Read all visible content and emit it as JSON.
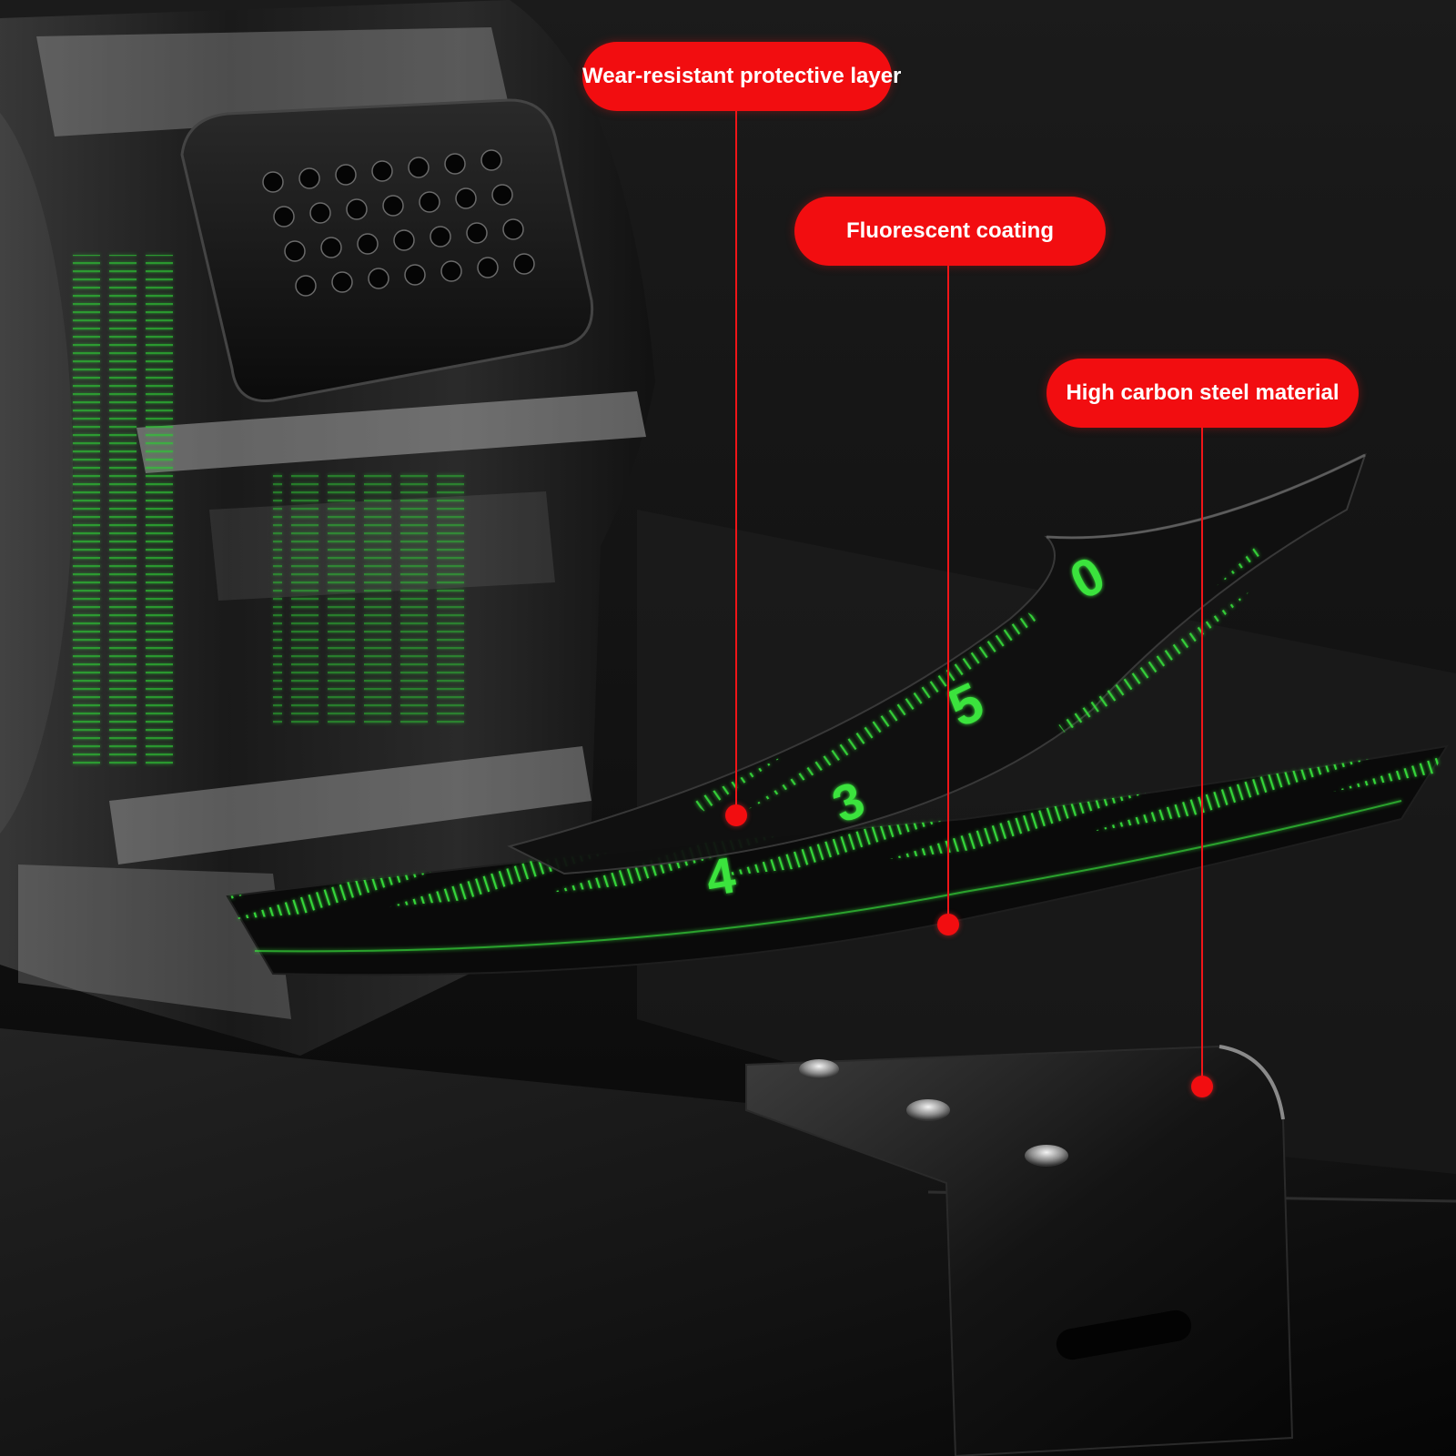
{
  "callouts": [
    {
      "label": "Wear-resistant protective layer"
    },
    {
      "label": "Fluorescent coating"
    },
    {
      "label": "High carbon steel material"
    }
  ],
  "colors": {
    "callout_red": "#f20d10",
    "tape_glow_green": "#36e63a",
    "background": "#0c0c0c"
  },
  "tape_numerals": [
    "4",
    "3",
    "5",
    "0"
  ]
}
